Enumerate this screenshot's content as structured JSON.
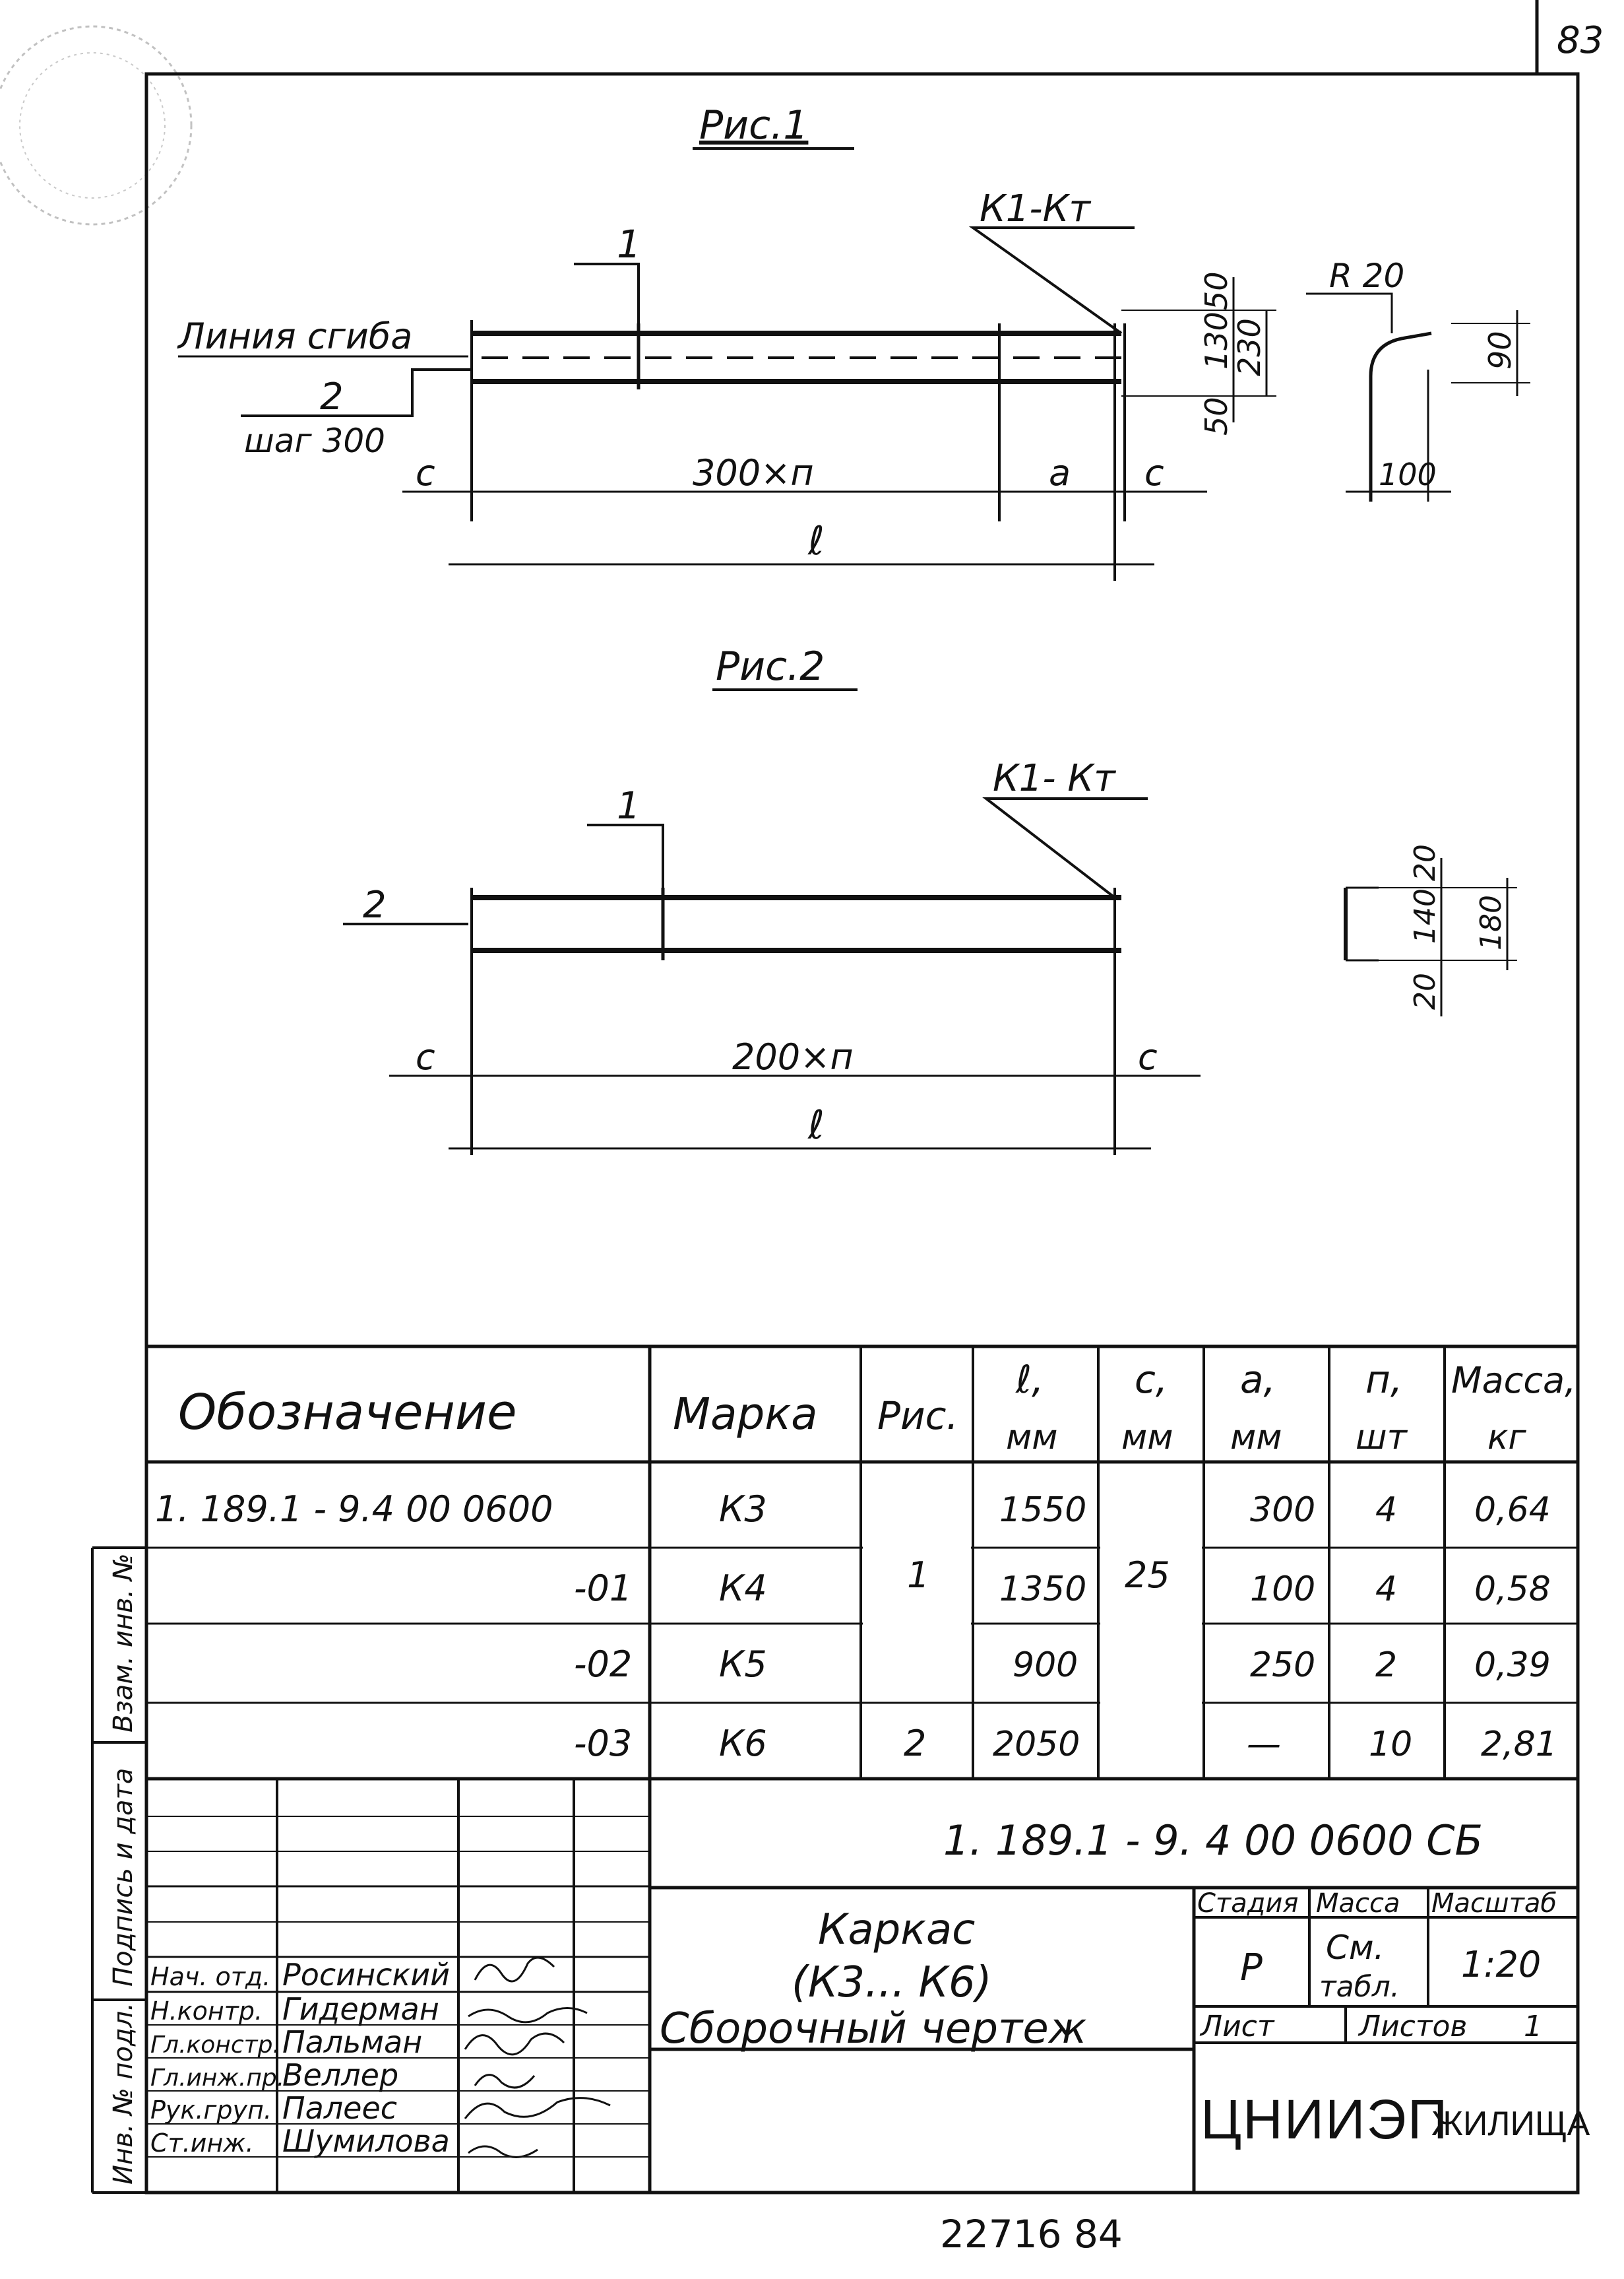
{
  "page_number": "83",
  "figure1": {
    "title": "Рис.1",
    "callout_kt": "К1-Кт",
    "callout_1": "1",
    "bend_label": "Линия сгиба",
    "callout_2": "2",
    "step_label": "шаг 300",
    "dim_c_left": "с",
    "dim_span": "300×п",
    "dim_a": "a",
    "dim_c_right": "с",
    "dim_l": "ℓ",
    "dim_50_top": "50",
    "dim_130": "130",
    "dim_50_bot": "50",
    "dim_230": "230",
    "section_r": "R 20",
    "section_90": "90",
    "section_100": "100"
  },
  "figure2": {
    "title": "Рис.2",
    "callout_kt": "К1- Кт",
    "callout_1": "1",
    "callout_2": "2",
    "dim_c_left": "с",
    "dim_span": "200×п",
    "dim_c_right": "с",
    "dim_l": "ℓ",
    "section_20_top": "20",
    "section_140": "140",
    "section_20_bot": "20",
    "section_180": "180"
  },
  "spec_table": {
    "headers": {
      "designation": "Обозначение",
      "mark": "Марка",
      "fig": "Рис.",
      "l": "ℓ,",
      "l_unit": "мм",
      "c": "с,",
      "c_unit": "мм",
      "a": "a,",
      "a_unit": "мм",
      "n": "п,",
      "n_unit": "шт",
      "mass": "Масса,",
      "mass_unit": "кг"
    },
    "rows": [
      {
        "designation": "1. 189.1 - 9.4    00 0600",
        "mark": "К3",
        "fig": "",
        "l": "1550",
        "c": "",
        "a": "300",
        "n": "4",
        "mass": "0,64"
      },
      {
        "designation": "-01",
        "mark": "К4",
        "fig": "1",
        "l": "1350",
        "c": "25",
        "a": "100",
        "n": "4",
        "mass": "0,58"
      },
      {
        "designation": "-02",
        "mark": "К5",
        "fig": "",
        "l": "900",
        "c": "",
        "a": "250",
        "n": "2",
        "mass": "0,39"
      },
      {
        "designation": "-03",
        "mark": "К6",
        "fig": "2",
        "l": "2050",
        "c": "",
        "a": "—",
        "n": "10",
        "mass": "2,81"
      }
    ]
  },
  "title_block": {
    "doc_code": "1. 189.1 - 9. 4  00 0600  СБ",
    "title_line1": "Каркас",
    "title_line2": "(К3... К6)",
    "title_line3": "Сборочный чертеж",
    "stage_label": "Стадия",
    "mass_label": "Масса",
    "scale_label": "Масштаб",
    "stage_value": "Р",
    "mass_value_line1": "См.",
    "mass_value_line2": "табл.",
    "scale_value": "1:20",
    "sheet_label": "Лист",
    "sheets_label": "Листов",
    "sheets_value": "1",
    "org": "ЦНИИЭП",
    "org_sub": "ЖИЛИЩА",
    "staff": [
      {
        "role": "Нач. отд.",
        "name": "Росинский"
      },
      {
        "role": "Н.контр.",
        "name": "Гидерман"
      },
      {
        "role": "Гл.констр.",
        "name": "Пальман"
      },
      {
        "role": "Гл.инж.пр.",
        "name": "Веллер"
      },
      {
        "role": "Рук.груп.",
        "name": "Палеес"
      },
      {
        "role": "Ст.инж.",
        "name": "Шумилова"
      }
    ],
    "side_labels": {
      "inv_no_orig": "Инв. № подл.",
      "sign_date": "Подпись и дата",
      "replace_inv": "Взам. инв. №"
    }
  },
  "archive_number": "22716   84"
}
